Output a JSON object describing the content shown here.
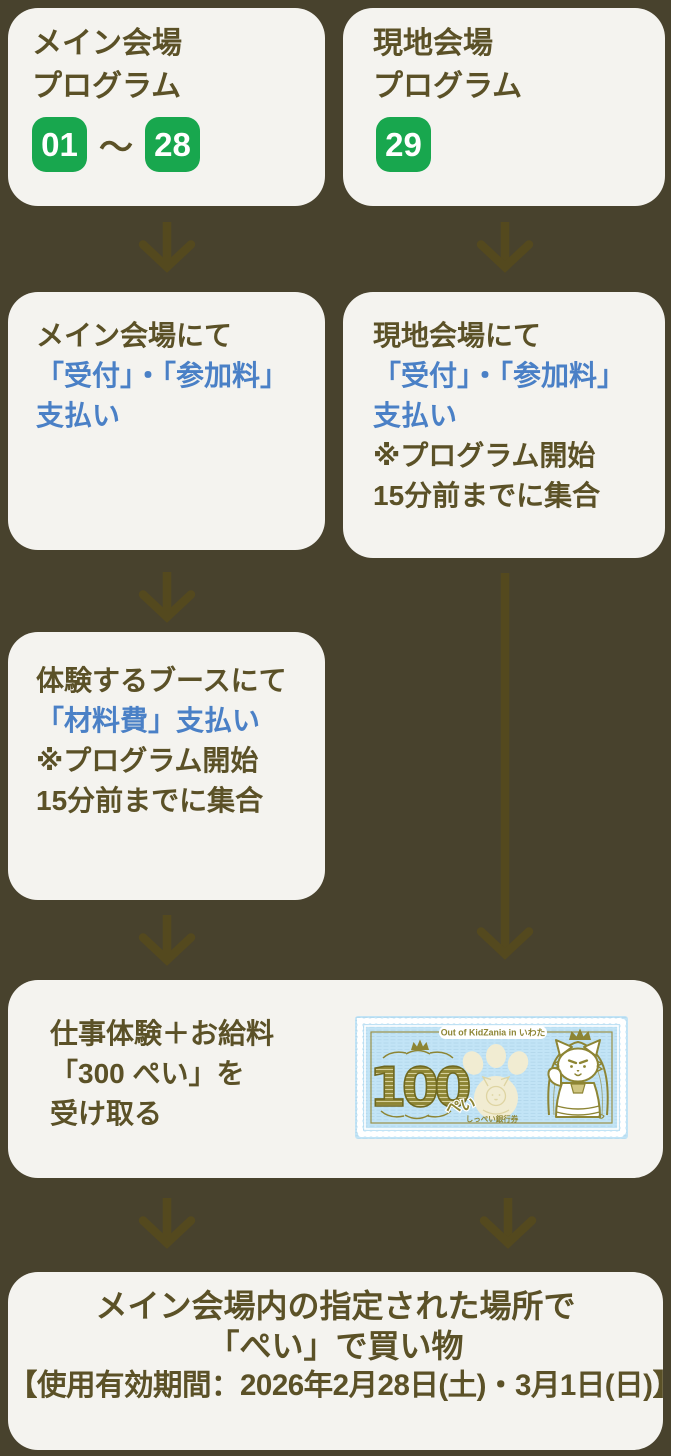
{
  "colors": {
    "background": "#48422d",
    "card": "#f4f3ef",
    "olive_text": "#5b5127",
    "blue_text": "#4a80c6",
    "badge_green": "#18a74e",
    "arrow": "#54491e",
    "note_blue": "#c2e4f6",
    "note_gold": "#8d8534",
    "note_cream": "#f1ecd2"
  },
  "box_main_program": {
    "line1": "メイン会場",
    "line2": "プログラム",
    "badge_start": "01",
    "tilde": "〜",
    "badge_end": "28"
  },
  "box_local_program": {
    "line1": "現地会場",
    "line2": "プログラム",
    "badge": "29"
  },
  "box_main_reception": {
    "line1": "メイン会場にて",
    "line2": "「受付」・「参加料」",
    "line3": "支払い"
  },
  "box_local_reception": {
    "line1": "現地会場にて",
    "line2": "「受付」・「参加料」",
    "line3": "支払い",
    "note1": "※プログラム開始",
    "note2": "15分前までに集合"
  },
  "box_booth_payment": {
    "line1": "体験するブースにて",
    "line2": "「材料費」支払い",
    "note1": "※プログラム開始",
    "note2": "15分前までに集合"
  },
  "box_job_reward": {
    "line1": "仕事体験＋お給料",
    "line2": "「300 ぺい」を",
    "line3": "受け取る"
  },
  "banknote": {
    "header": "Out of KidZania in いわた",
    "amount": "100",
    "unit": "ぺい",
    "issuer": "しっぺい銀行券"
  },
  "box_shopping": {
    "line1": "メイン会場内の指定された場所で",
    "line2": "「ぺい」で買い物",
    "line3": "【使用有効期間：2026年2月28日(土)・3月1日(日)】"
  }
}
